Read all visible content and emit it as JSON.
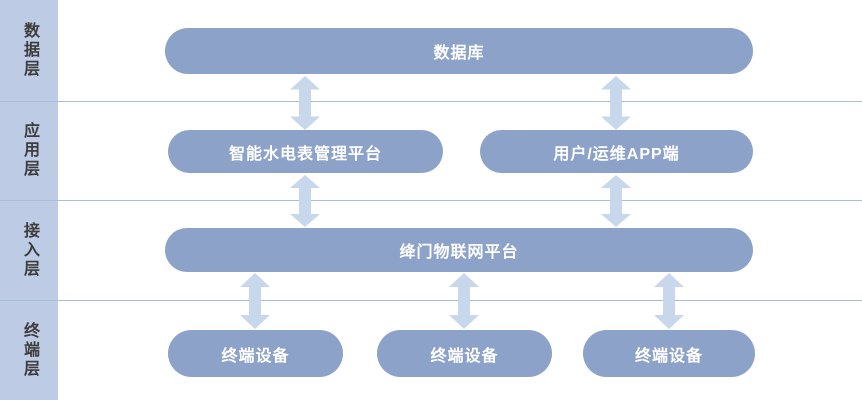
{
  "colors": {
    "sidebar_bg": "#bdcce4",
    "pill_bg": "#8ca2c8",
    "arrow": "#c7d7ec",
    "divider": "#a7bedd",
    "pill_text": "#ffffff",
    "sidebar_text": "#3d3d3d"
  },
  "sidebar": {
    "layers": [
      {
        "label": "数据层"
      },
      {
        "label": "应用层"
      },
      {
        "label": "接入层"
      },
      {
        "label": "终端层"
      }
    ]
  },
  "diagram": {
    "data_layer": {
      "database": {
        "label": "数据库"
      }
    },
    "application_layer": {
      "management_platform": {
        "label": "智能水电表管理平台"
      },
      "user_app": {
        "label": "用户/运维APP端"
      }
    },
    "access_layer": {
      "iot_platform": {
        "label": "绛门物联网平台"
      }
    },
    "terminal_layer": {
      "devices": [
        {
          "label": "终端设备"
        },
        {
          "label": "终端设备"
        },
        {
          "label": "终端设备"
        }
      ]
    }
  }
}
